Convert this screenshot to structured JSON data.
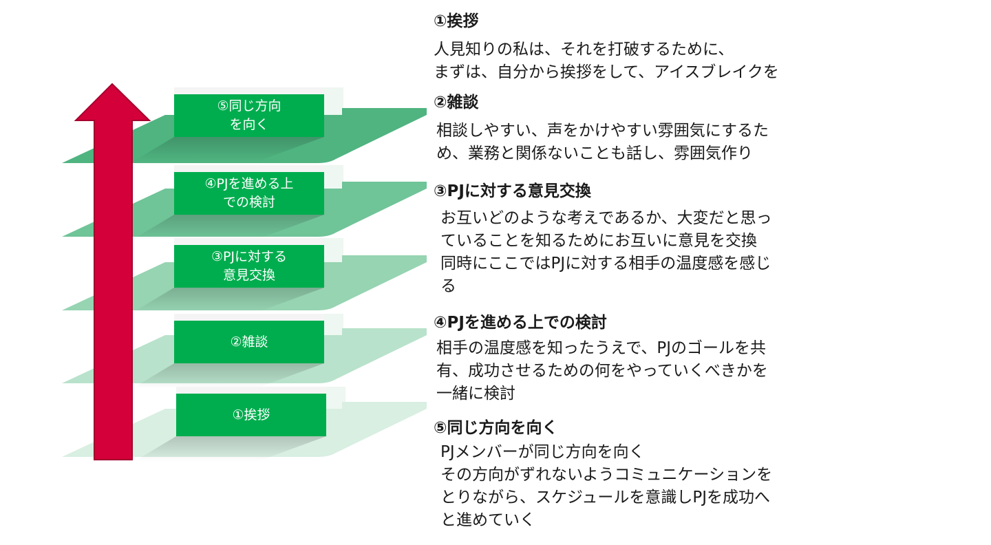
{
  "colors": {
    "box_fill": "#00ad4e",
    "arrow_fill": "#d4003a",
    "arrow_stroke": "#a3002c",
    "plane_shades": [
      "#d8efe2",
      "#b8e2cb",
      "#96d4b2",
      "#6fc498",
      "#4fb480"
    ],
    "box_text": "#ffffff",
    "text": "#1a1a1a"
  },
  "diagram": {
    "arrow_icon": "up-arrow",
    "steps": [
      {
        "label": "①挨拶"
      },
      {
        "label": "②雑談"
      },
      {
        "label": "③PJに対する\n意見交換"
      },
      {
        "label": "④PJを進める上\nでの検討"
      },
      {
        "label": "⑤同じ方向\nを向く"
      }
    ]
  },
  "descriptions": [
    {
      "title": "①挨拶",
      "body": "人見知りの私は、それを打破するために、\nまずは、自分から挨拶をして、アイスブレイクを"
    },
    {
      "title": "②雑談",
      "body": "相談しやすい、声をかけやすい雰囲気にするた\nめ、業務と関係ないことも話し、雰囲気作り"
    },
    {
      "title": "③PJに対する意見交換",
      "body": "お互いどのような考えであるか、大変だと思っ\nていることを知るためにお互いに意見を交換\n同時にここではPJに対する相手の温度感を感じ\nる"
    },
    {
      "title": "④PJを進める上での検討",
      "body": "相手の温度感を知ったうえで、PJのゴールを共\n有、成功させるための何をやっていくべきかを\n一緒に検討"
    },
    {
      "title": "⑤同じ方向を向く",
      "body": "PJメンバーが同じ方向を向く\nその方向がずれないようコミュニケーションを\nとりながら、スケジュールを意識しPJを成功へ\nと進めていく"
    }
  ]
}
